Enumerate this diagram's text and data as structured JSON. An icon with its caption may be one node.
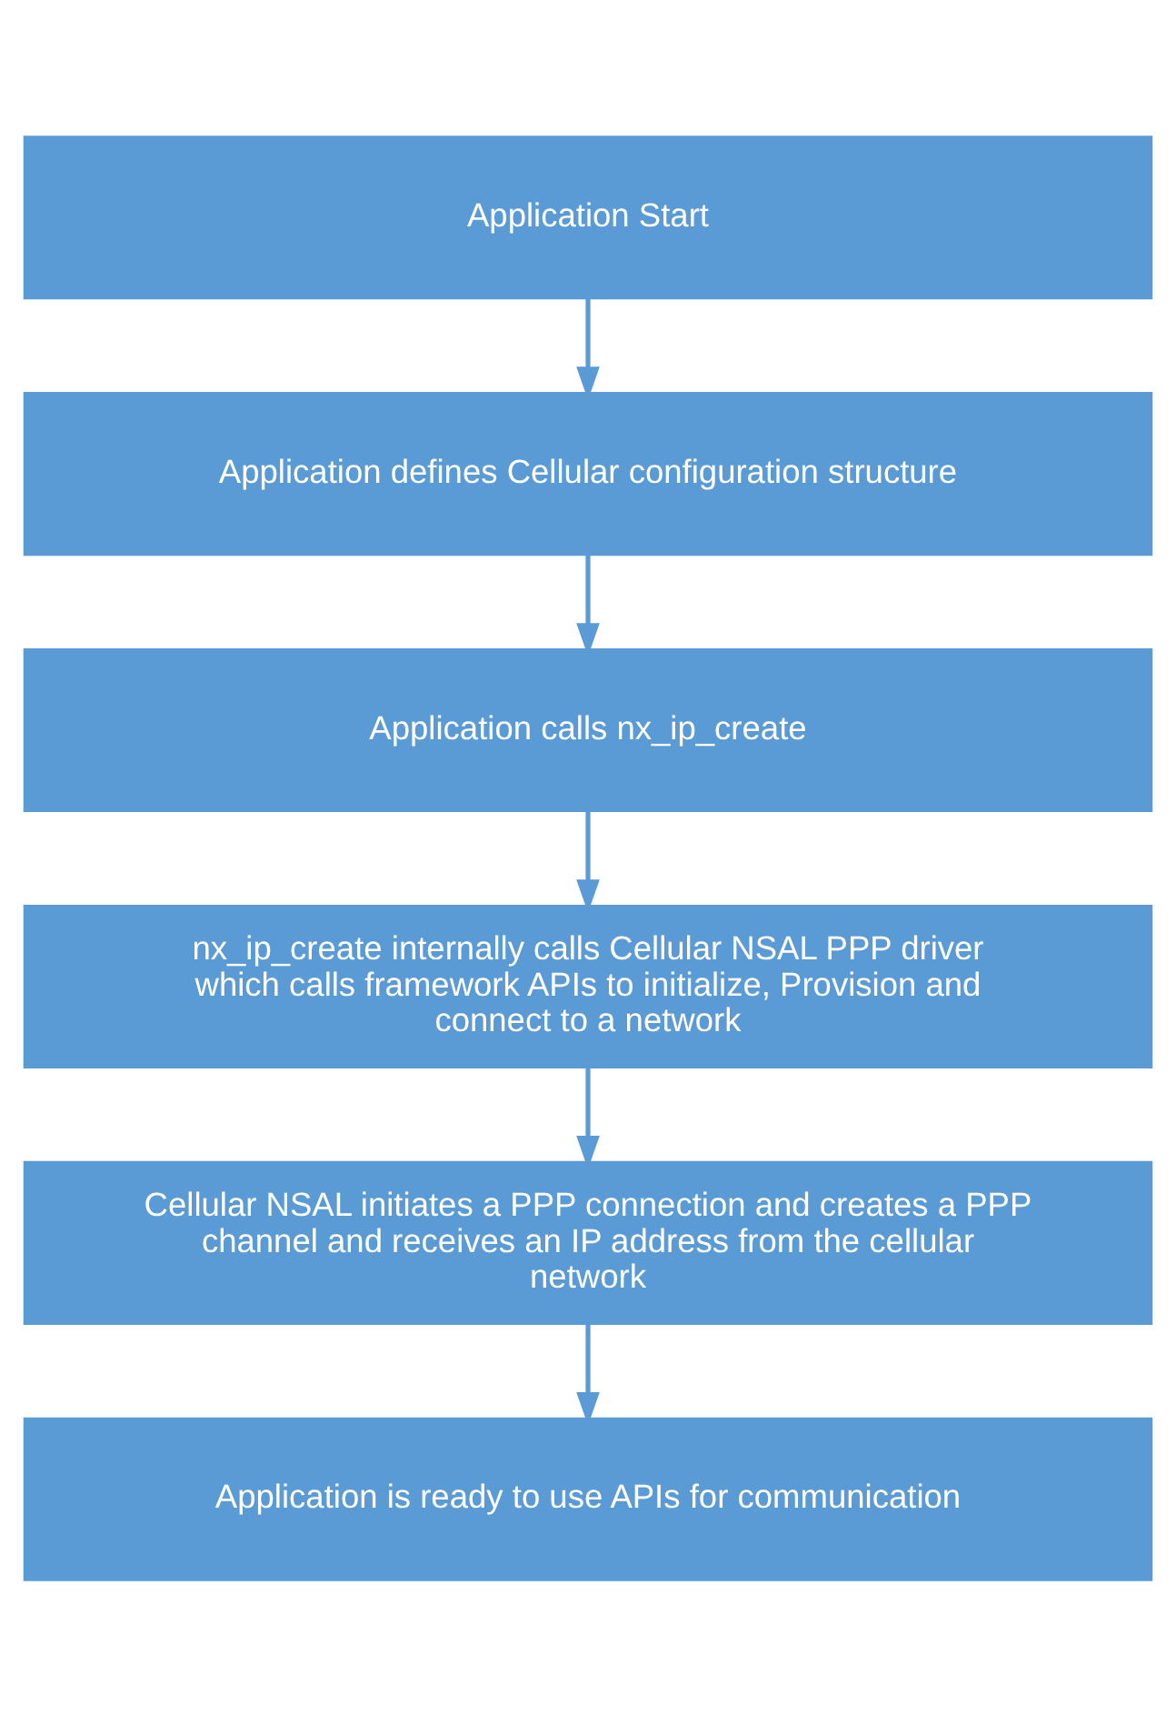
{
  "diagram": {
    "nodes": [
      {
        "text": [
          "Application Start"
        ]
      },
      {
        "text": [
          "Application defines Cellular configuration structure"
        ]
      },
      {
        "text": [
          "Application calls nx_ip_create"
        ]
      },
      {
        "text": [
          "nx_ip_create internally calls Cellular NSAL PPP driver which calls framework APIs to initialize, Provision and connect to a network"
        ]
      },
      {
        "text": [
          "Cellular NSAL initiates a PPP connection and creates a PPP channel and receives an IP address from the cellular network"
        ]
      },
      {
        "text": [
          "Application is ready to use APIs for communication"
        ]
      }
    ],
    "edges": [
      {
        "from": 0,
        "to": 1,
        "arrow": "to"
      },
      {
        "from": 1,
        "to": 2,
        "arrow": "to"
      },
      {
        "from": 2,
        "to": 3,
        "arrow": "to"
      },
      {
        "from": 3,
        "to": 4,
        "arrow": "to"
      },
      {
        "from": 4,
        "to": 5,
        "arrow": "to"
      }
    ]
  }
}
